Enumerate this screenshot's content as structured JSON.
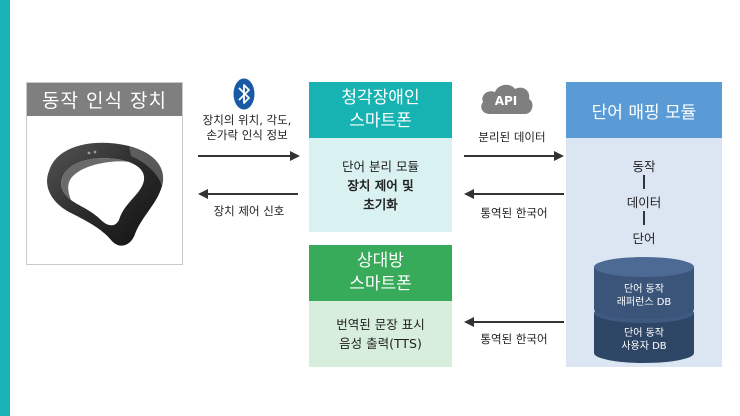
{
  "device": {
    "title": "동작 인식 장치"
  },
  "bluetooth_icon": "bluetooth-icon",
  "labels": {
    "device_to_phone": [
      "장치의 위치, 각도,",
      "손가락 인식 정보"
    ],
    "phone_to_device": "장치 제어 신호",
    "phone_to_mapping": "분리된 데이터",
    "mapping_to_phone": "통역된 한국어",
    "mapping_to_partner": "통역된 한국어"
  },
  "deaf_phone": {
    "title_lines": [
      "청각장애인",
      "스마트폰"
    ],
    "body_lines": [
      "단어 분리 모듈",
      "장치 제어 및",
      "초기화"
    ]
  },
  "partner_phone": {
    "title_lines": [
      "상대방",
      "스마트폰"
    ],
    "body_lines": [
      "번역된 문장 표시",
      "음성 출력(TTS)"
    ]
  },
  "api": {
    "label": "API"
  },
  "mapping": {
    "title": "단어 매핑 모듈",
    "flow": [
      "동작",
      "데이터",
      "단어"
    ],
    "db_top": [
      "단어 동작",
      "래퍼런스 DB"
    ],
    "db_bottom": [
      "단어 동작",
      "사용자 DB"
    ]
  },
  "colors": {
    "accent": "#1ab3b8",
    "device_header": "#7f7f7f",
    "deaf_phone_header": "#17b2b2",
    "deaf_phone_body": "#d9f1f1",
    "partner_header": "#38ab5a",
    "partner_body": "#d8eedd",
    "mapping_header": "#5b9bd5",
    "mapping_body": "#dce6f3",
    "db": "#2f4a6d"
  }
}
